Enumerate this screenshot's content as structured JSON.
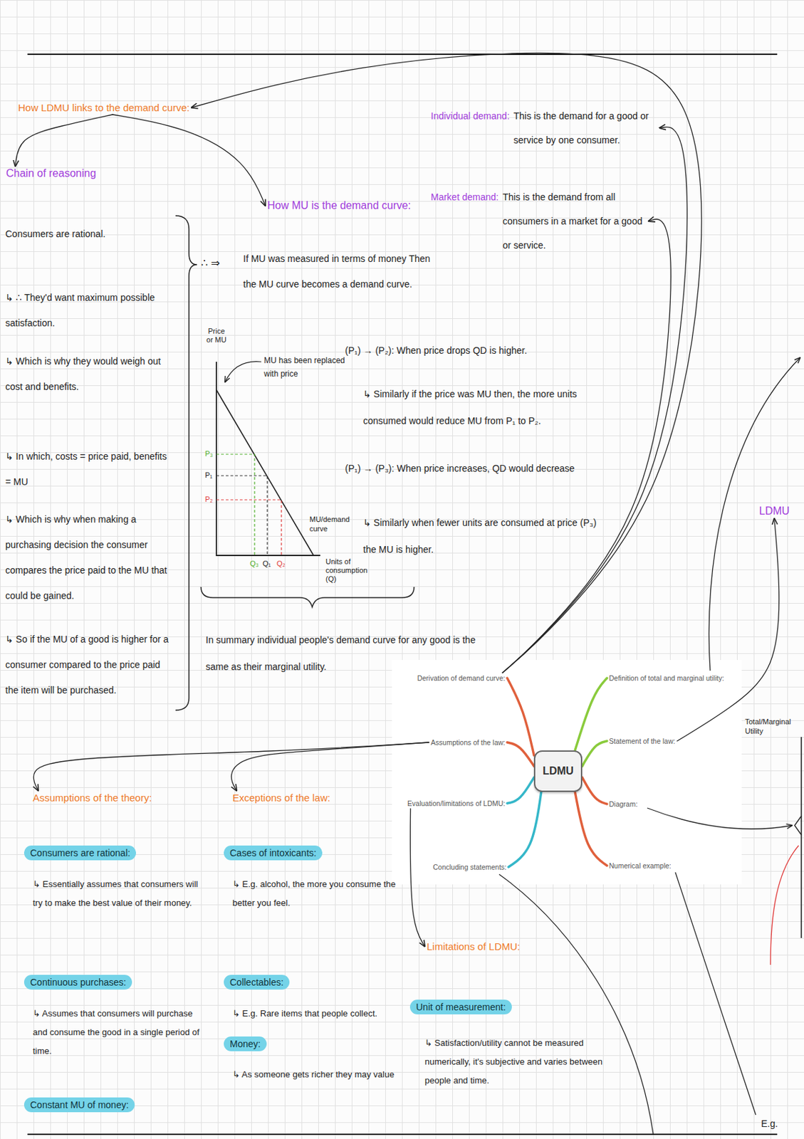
{
  "diagram": {
    "nodes": [
      {
        "text": [
          "How LDMU links to the demand curve:"
        ]
      },
      {
        "text": [
          "Individual demand:",
          "This is the demand for a good or service by one consumer."
        ]
      },
      {
        "text": [
          "Chain of reasoning"
        ]
      },
      {
        "text": [
          "How MU is the demand curve:"
        ]
      },
      {
        "text": [
          "Market demand:",
          "This is the demand from all consumers in a market for a good or service."
        ]
      },
      {
        "text": [
          "LDMU"
        ]
      },
      {
        "text": [
          "Derivation of demand curve:"
        ]
      },
      {
        "text": [
          "Assumptions of the law:"
        ]
      },
      {
        "text": [
          "Evaluation/limitations of LDMU:"
        ]
      },
      {
        "text": [
          "Concluding statements:"
        ]
      },
      {
        "text": [
          "Definition of total and marginal utility:"
        ]
      },
      {
        "text": [
          "Statement of the law:"
        ]
      },
      {
        "text": [
          "Diagram:"
        ]
      },
      {
        "text": [
          "Numerical example:"
        ]
      },
      {
        "text": [
          "Assumptions of the theory:"
        ]
      },
      {
        "text": [
          "Exceptions of the law:"
        ]
      },
      {
        "text": [
          "Limitations of LDMU:"
        ]
      },
      {
        "text": [
          "Consumers are rational:"
        ]
      },
      {
        "text": [
          "Continuous purchases:"
        ]
      },
      {
        "text": [
          "Constant MU of money:"
        ]
      },
      {
        "text": [
          "Cases of intoxicants:"
        ]
      },
      {
        "text": [
          "Collectables:"
        ]
      },
      {
        "text": [
          "Money:"
        ]
      },
      {
        "text": [
          "Unit of measurement:"
        ]
      },
      {
        "text": [
          "LDMU"
        ]
      }
    ],
    "edges": [
      {
        "from": 5,
        "to": 6,
        "arrow": "none"
      },
      {
        "from": 5,
        "to": 7,
        "arrow": "none"
      },
      {
        "from": 5,
        "to": 8,
        "arrow": "none"
      },
      {
        "from": 5,
        "to": 9,
        "arrow": "none"
      },
      {
        "from": 5,
        "to": 10,
        "arrow": "none"
      },
      {
        "from": 5,
        "to": 11,
        "arrow": "none"
      },
      {
        "from": 5,
        "to": 12,
        "arrow": "none"
      },
      {
        "from": 5,
        "to": 13,
        "arrow": "none"
      },
      {
        "from": 6,
        "to": 0,
        "arrow": "to"
      },
      {
        "from": 6,
        "to": 1,
        "arrow": "to"
      },
      {
        "from": 6,
        "to": 4,
        "arrow": "to"
      },
      {
        "from": 0,
        "to": 2,
        "arrow": "to"
      },
      {
        "from": 0,
        "to": 3,
        "arrow": "to"
      },
      {
        "from": 7,
        "to": 14,
        "arrow": "to"
      },
      {
        "from": 7,
        "to": 15,
        "arrow": "to"
      },
      {
        "from": 8,
        "to": 16,
        "arrow": "to"
      },
      {
        "from": 11,
        "to": 24,
        "arrow": "to"
      }
    ],
    "labels": [
      "Consumers are rational.",
      "↳ ∴ They'd want maximum possible satisfaction.",
      "↳ Which is why they would weigh out cost and benefits.",
      "↳ In which, costs = price paid, benefits = MU",
      "↳ Which is why when making a purchasing decision the consumer compares the price paid to the MU that could be gained.",
      "↳ So if the MU of a good is higher for a consumer compared to the price paid the item will be purchased.",
      "∴ ⇒",
      "If MU was measured in terms of money Then the MU curve becomes a demand curve.",
      "Price or MU",
      "MU has been replaced with price",
      "P₃",
      "P₁",
      "P₂",
      "Q₃",
      "Q₁",
      "Q₂",
      "MU/demand curve",
      "Units of consumption (Q)",
      "(P₁) → (P₂): When price drops QD is higher.",
      "↳ Similarly if the price was MU then, the more units consumed would reduce MU from P₁ to P₂.",
      "(P₁) → (P₃): When price increases, QD would decrease",
      "↳ Similarly when fewer units are consumed at price (P₃) the MU is higher.",
      "In summary individual people's demand curve for any good is the same as their marginal utility.",
      "↳ Essentially assumes that consumers will try to make the best value of their money.",
      "↳ Assumes that consumers will purchase and consume the good in a single period of time.",
      "↳ E.g. alcohol, the more you consume the better you feel.",
      "↳ E.g. Rare items that people collect.",
      "↳ As someone gets richer they may value",
      "↳ Satisfaction/utility cannot be measured numerically, it's subjective and varies between people and time.",
      "Total/Marginal Utility",
      "E.g."
    ]
  }
}
